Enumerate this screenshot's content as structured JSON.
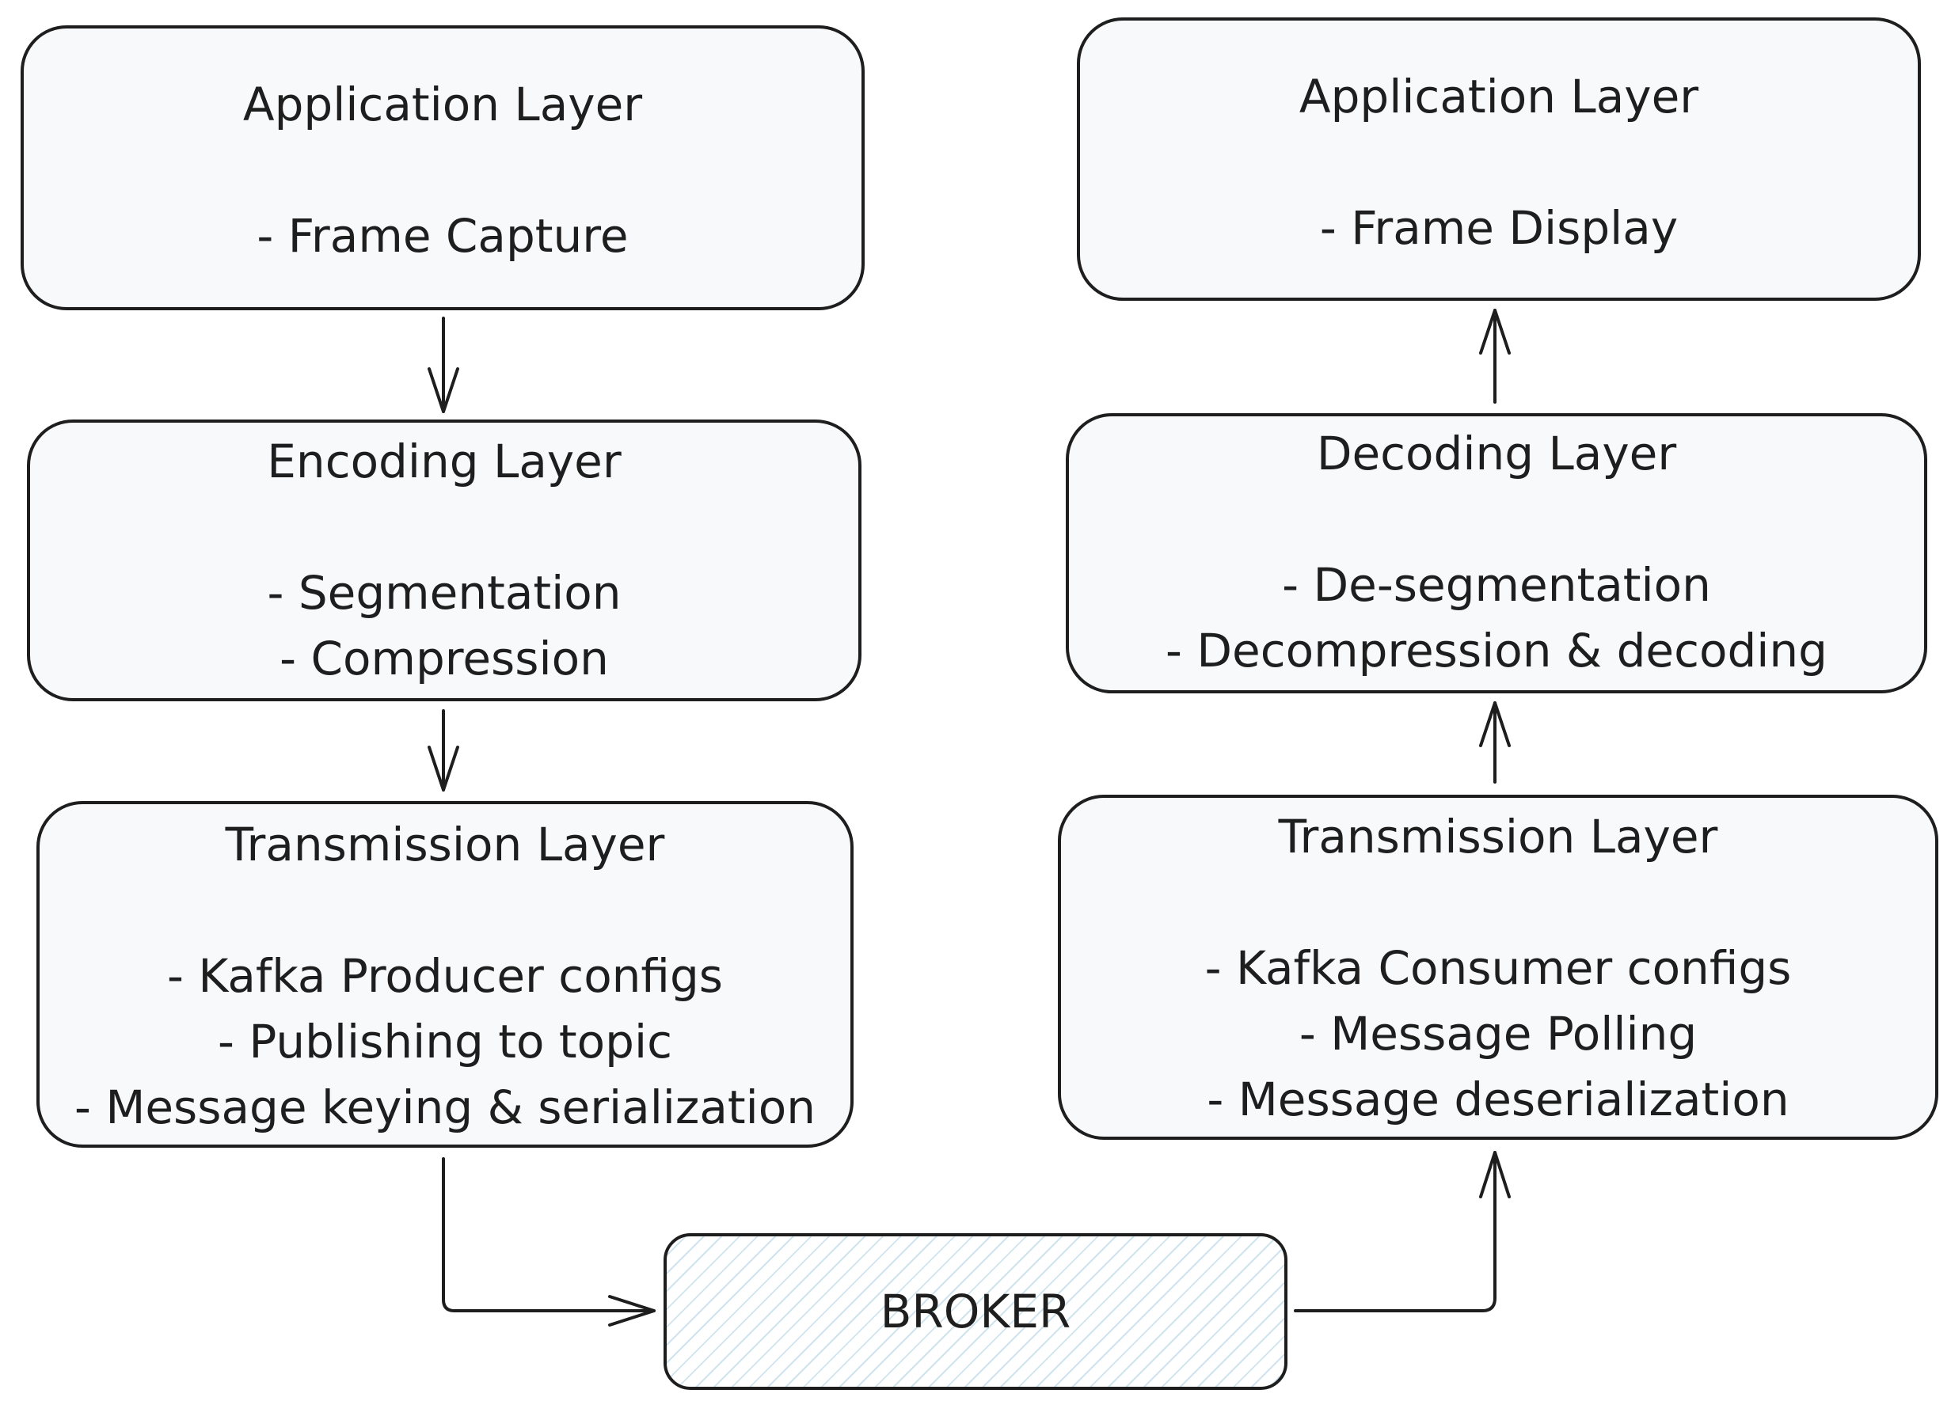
{
  "left_stack": {
    "application": {
      "title": "Application Layer",
      "items": [
        "- Frame Capture"
      ]
    },
    "encoding": {
      "title": "Encoding Layer",
      "items": [
        "- Segmentation",
        "- Compression"
      ]
    },
    "transmission": {
      "title": "Transmission Layer",
      "items": [
        "- Kafka Producer configs",
        "- Publishing to topic",
        "- Message keying & serialization"
      ]
    }
  },
  "right_stack": {
    "application": {
      "title": "Application Layer",
      "items": [
        "- Frame Display"
      ]
    },
    "decoding": {
      "title": "Decoding Layer",
      "items": [
        "- De-segmentation",
        "- Decompression & decoding"
      ]
    },
    "transmission": {
      "title": "Transmission Layer",
      "items": [
        "- Kafka Consumer configs",
        "- Message Polling",
        "- Message deserialization"
      ]
    }
  },
  "broker": {
    "label": "BROKER"
  },
  "colors": {
    "stroke": "#1e1e1e",
    "box_fill": "#f8f9fa",
    "broker_hatch": "#cfe4ee"
  }
}
